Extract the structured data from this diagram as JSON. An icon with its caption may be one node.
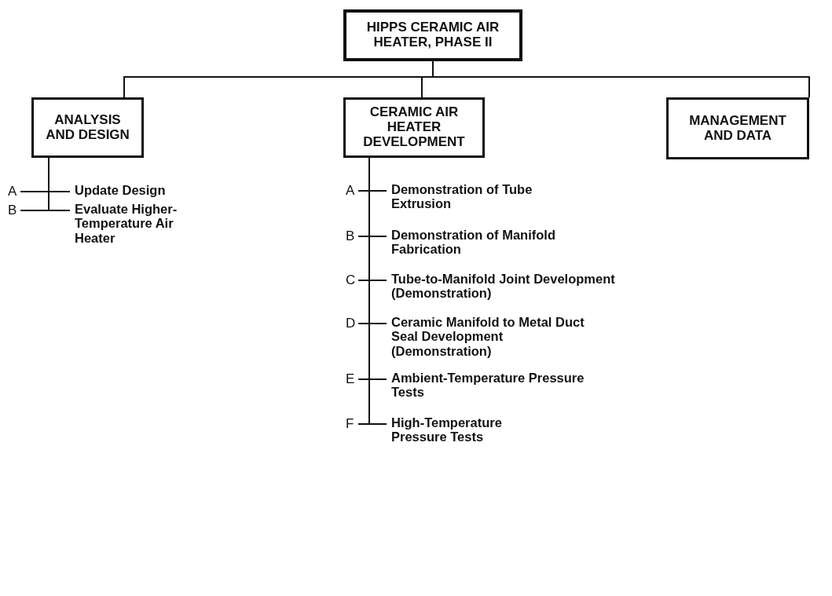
{
  "diagram": {
    "nodes": [
      {
        "text": [
          "HIPPS CERAMIC AIR HEATER, PHASE II"
        ]
      },
      {
        "text": [
          "ANALYSIS AND DESIGN"
        ]
      },
      {
        "text": [
          "CERAMIC AIR HEATER DEVELOPMENT"
        ]
      },
      {
        "text": [
          "MANAGEMENT AND DATA"
        ]
      },
      {
        "text": [
          "Update Design"
        ]
      },
      {
        "text": [
          "Evaluate Higher-Temperature Air Heater"
        ]
      },
      {
        "text": [
          "Demonstration of Tube Extrusion"
        ]
      },
      {
        "text": [
          "Demonstration of Manifold Fabrication"
        ]
      },
      {
        "text": [
          "Tube-to-Manifold Joint Development (Demonstration)"
        ]
      },
      {
        "text": [
          "Ceramic Manifold to Metal Duct Seal Development (Demonstration)"
        ]
      },
      {
        "text": [
          "Ambient-Temperature Pressure Tests"
        ]
      },
      {
        "text": [
          "High-Temperature Pressure Tests"
        ]
      }
    ],
    "edges": [
      {
        "from": 0,
        "to": 1,
        "arrow": "none"
      },
      {
        "from": 0,
        "to": 2,
        "arrow": "none"
      },
      {
        "from": 0,
        "to": 3,
        "arrow": "none"
      },
      {
        "from": 1,
        "to": 4,
        "arrow": "none"
      },
      {
        "from": 1,
        "to": 5,
        "arrow": "none"
      },
      {
        "from": 2,
        "to": 6,
        "arrow": "none"
      },
      {
        "from": 2,
        "to": 7,
        "arrow": "none"
      },
      {
        "from": 2,
        "to": 8,
        "arrow": "none"
      },
      {
        "from": 2,
        "to": 9,
        "arrow": "none"
      },
      {
        "from": 2,
        "to": 10,
        "arrow": "none"
      },
      {
        "from": 2,
        "to": 11,
        "arrow": "none"
      }
    ],
    "labels": [
      "A",
      "B",
      "A",
      "B",
      "C",
      "D",
      "E",
      "F"
    ]
  }
}
